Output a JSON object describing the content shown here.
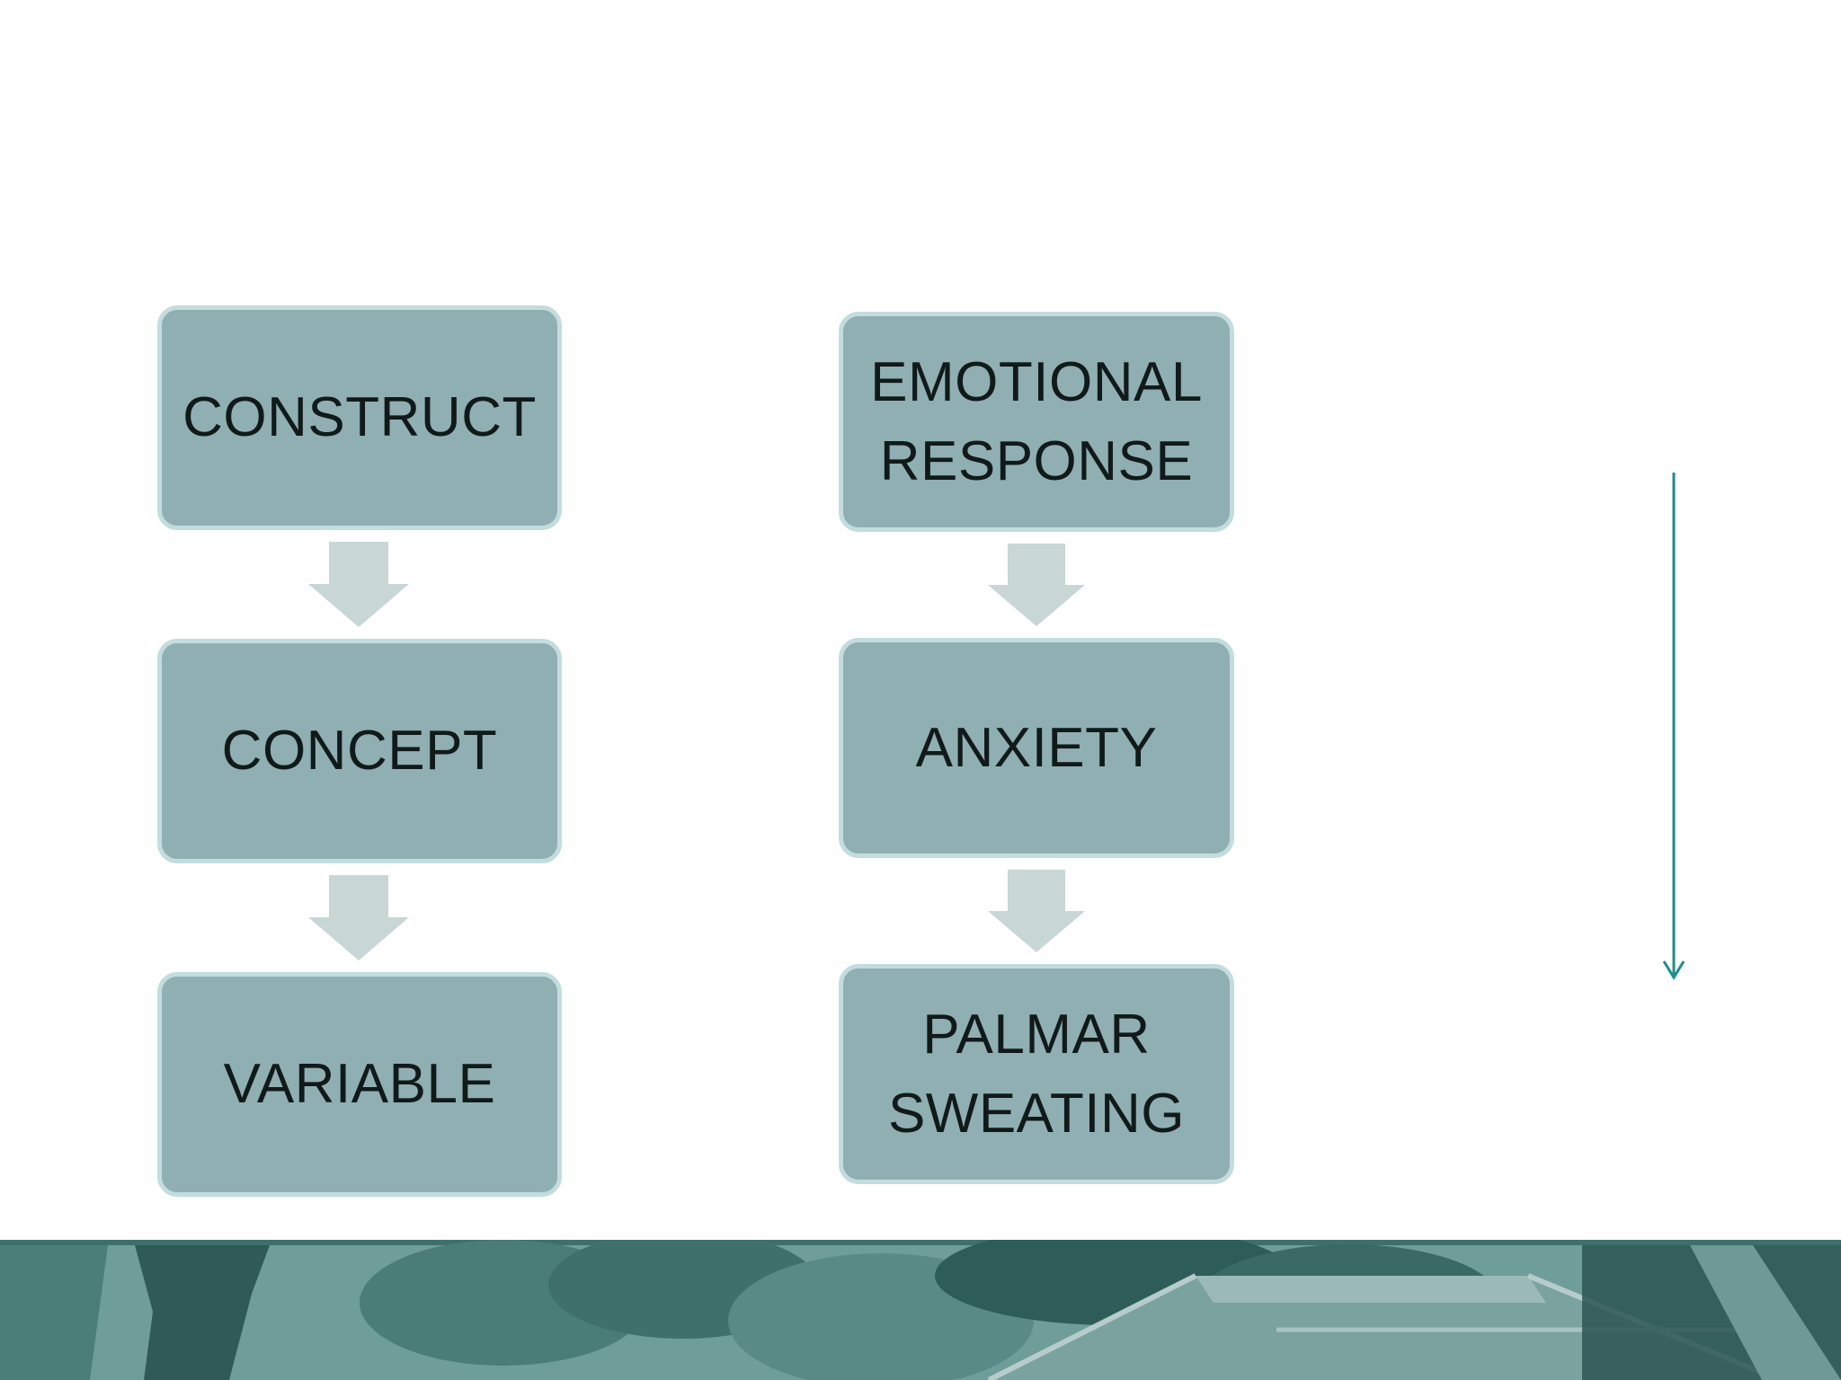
{
  "diagram": {
    "left_chain": [
      {
        "lines": [
          "CONSTRUCT"
        ]
      },
      {
        "lines": [
          "CONCEPT"
        ]
      },
      {
        "lines": [
          "VARIABLE"
        ]
      }
    ],
    "right_chain": [
      {
        "lines": [
          "EMOTIONAL",
          "RESPONSE"
        ]
      },
      {
        "lines": [
          "ANXIETY"
        ]
      },
      {
        "lines": [
          "PALMAR",
          "SWEATING"
        ]
      }
    ]
  },
  "colors": {
    "box_fill": "#90afb2",
    "box_border": "#c3dcdd",
    "arrow_fill": "#c8d7d6",
    "timeline_arrow": "#1f8c8a",
    "footer_band": "#4f8683"
  },
  "decor": {
    "footer_image": "tree-and-roof-photo-teal-tint"
  }
}
